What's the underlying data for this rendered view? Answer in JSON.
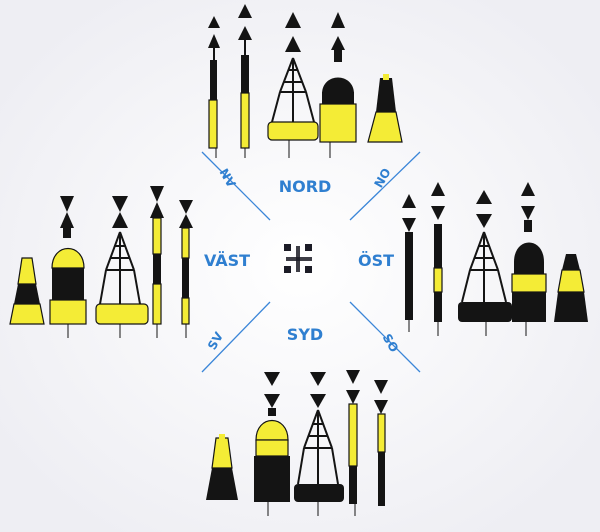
{
  "directions": {
    "north": "NORD",
    "east": "ÖST",
    "south": "SYD",
    "west": "VÄST",
    "northeast": "NO",
    "northwest": "NV",
    "southeast": "SO",
    "southwest": "SV"
  },
  "colors": {
    "yellow": "#f4ec36",
    "black": "#141414",
    "accent": "#2f7fd0",
    "background": "#f3f3f6"
  },
  "groups": [
    {
      "quadrant": "north",
      "topmark": "two cones pointing up",
      "color_scheme": "black over yellow",
      "marks": [
        "spar-buoy",
        "spar-buoy",
        "lattice-buoy",
        "pillar-buoy",
        "conical-buoy"
      ]
    },
    {
      "quadrant": "east",
      "topmark": "two cones base to base",
      "color_scheme": "black with yellow band",
      "marks": [
        "spar-buoy",
        "spar-buoy",
        "lattice-buoy",
        "pillar-buoy",
        "conical-buoy"
      ]
    },
    {
      "quadrant": "south",
      "topmark": "two cones pointing down",
      "color_scheme": "yellow over black",
      "marks": [
        "conical-buoy",
        "pillar-buoy",
        "lattice-buoy",
        "spar-buoy",
        "spar-buoy"
      ]
    },
    {
      "quadrant": "west",
      "topmark": "two cones point to point",
      "color_scheme": "yellow with black band",
      "marks": [
        "conical-buoy",
        "pillar-buoy",
        "lattice-buoy",
        "spar-buoy",
        "spar-buoy"
      ]
    }
  ]
}
